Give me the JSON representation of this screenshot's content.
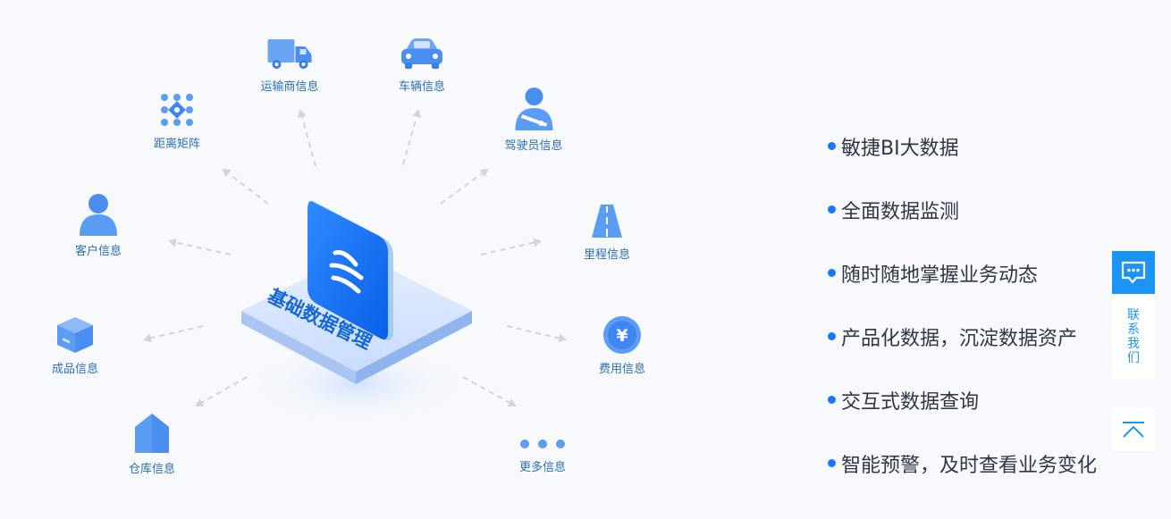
{
  "center": {
    "label": "基础数据管理",
    "icon": "list-lines-icon"
  },
  "nodes": {
    "carrier": {
      "label": "运输商信息",
      "icon": "truck-icon"
    },
    "vehicle": {
      "label": "车辆信息",
      "icon": "car-icon"
    },
    "matrix": {
      "label": "距离矩阵",
      "icon": "dot-grid-icon"
    },
    "driver": {
      "label": "驾驶员信息",
      "icon": "driver-icon"
    },
    "customer": {
      "label": "客户信息",
      "icon": "user-icon"
    },
    "mileage": {
      "label": "里程信息",
      "icon": "road-icon"
    },
    "product": {
      "label": "成品信息",
      "icon": "box-icon"
    },
    "cost": {
      "label": "费用信息",
      "icon": "yen-coin-icon"
    },
    "warehouse": {
      "label": "仓库信息",
      "icon": "warehouse-icon"
    },
    "more": {
      "label": "更多信息",
      "icon": "more-dots-icon"
    }
  },
  "features": [
    "敏捷BI大数据",
    "全面数据监测",
    "随时随地掌握业务动态",
    "产品化数据，沉淀数据资产",
    "交互式数据查询",
    "智能预警，及时查看业务变化"
  ],
  "sidebar": {
    "contact_chars": [
      "联",
      "系",
      "我",
      "们"
    ],
    "chat_icon": "chat-bubble-icon",
    "top_icon": "back-to-top-icon"
  },
  "colors": {
    "accent": "#1677ff",
    "label_blue": "#2b6fb6",
    "sidebar_blue": "#1b95f5",
    "icon_blue": "#4a90f0"
  }
}
